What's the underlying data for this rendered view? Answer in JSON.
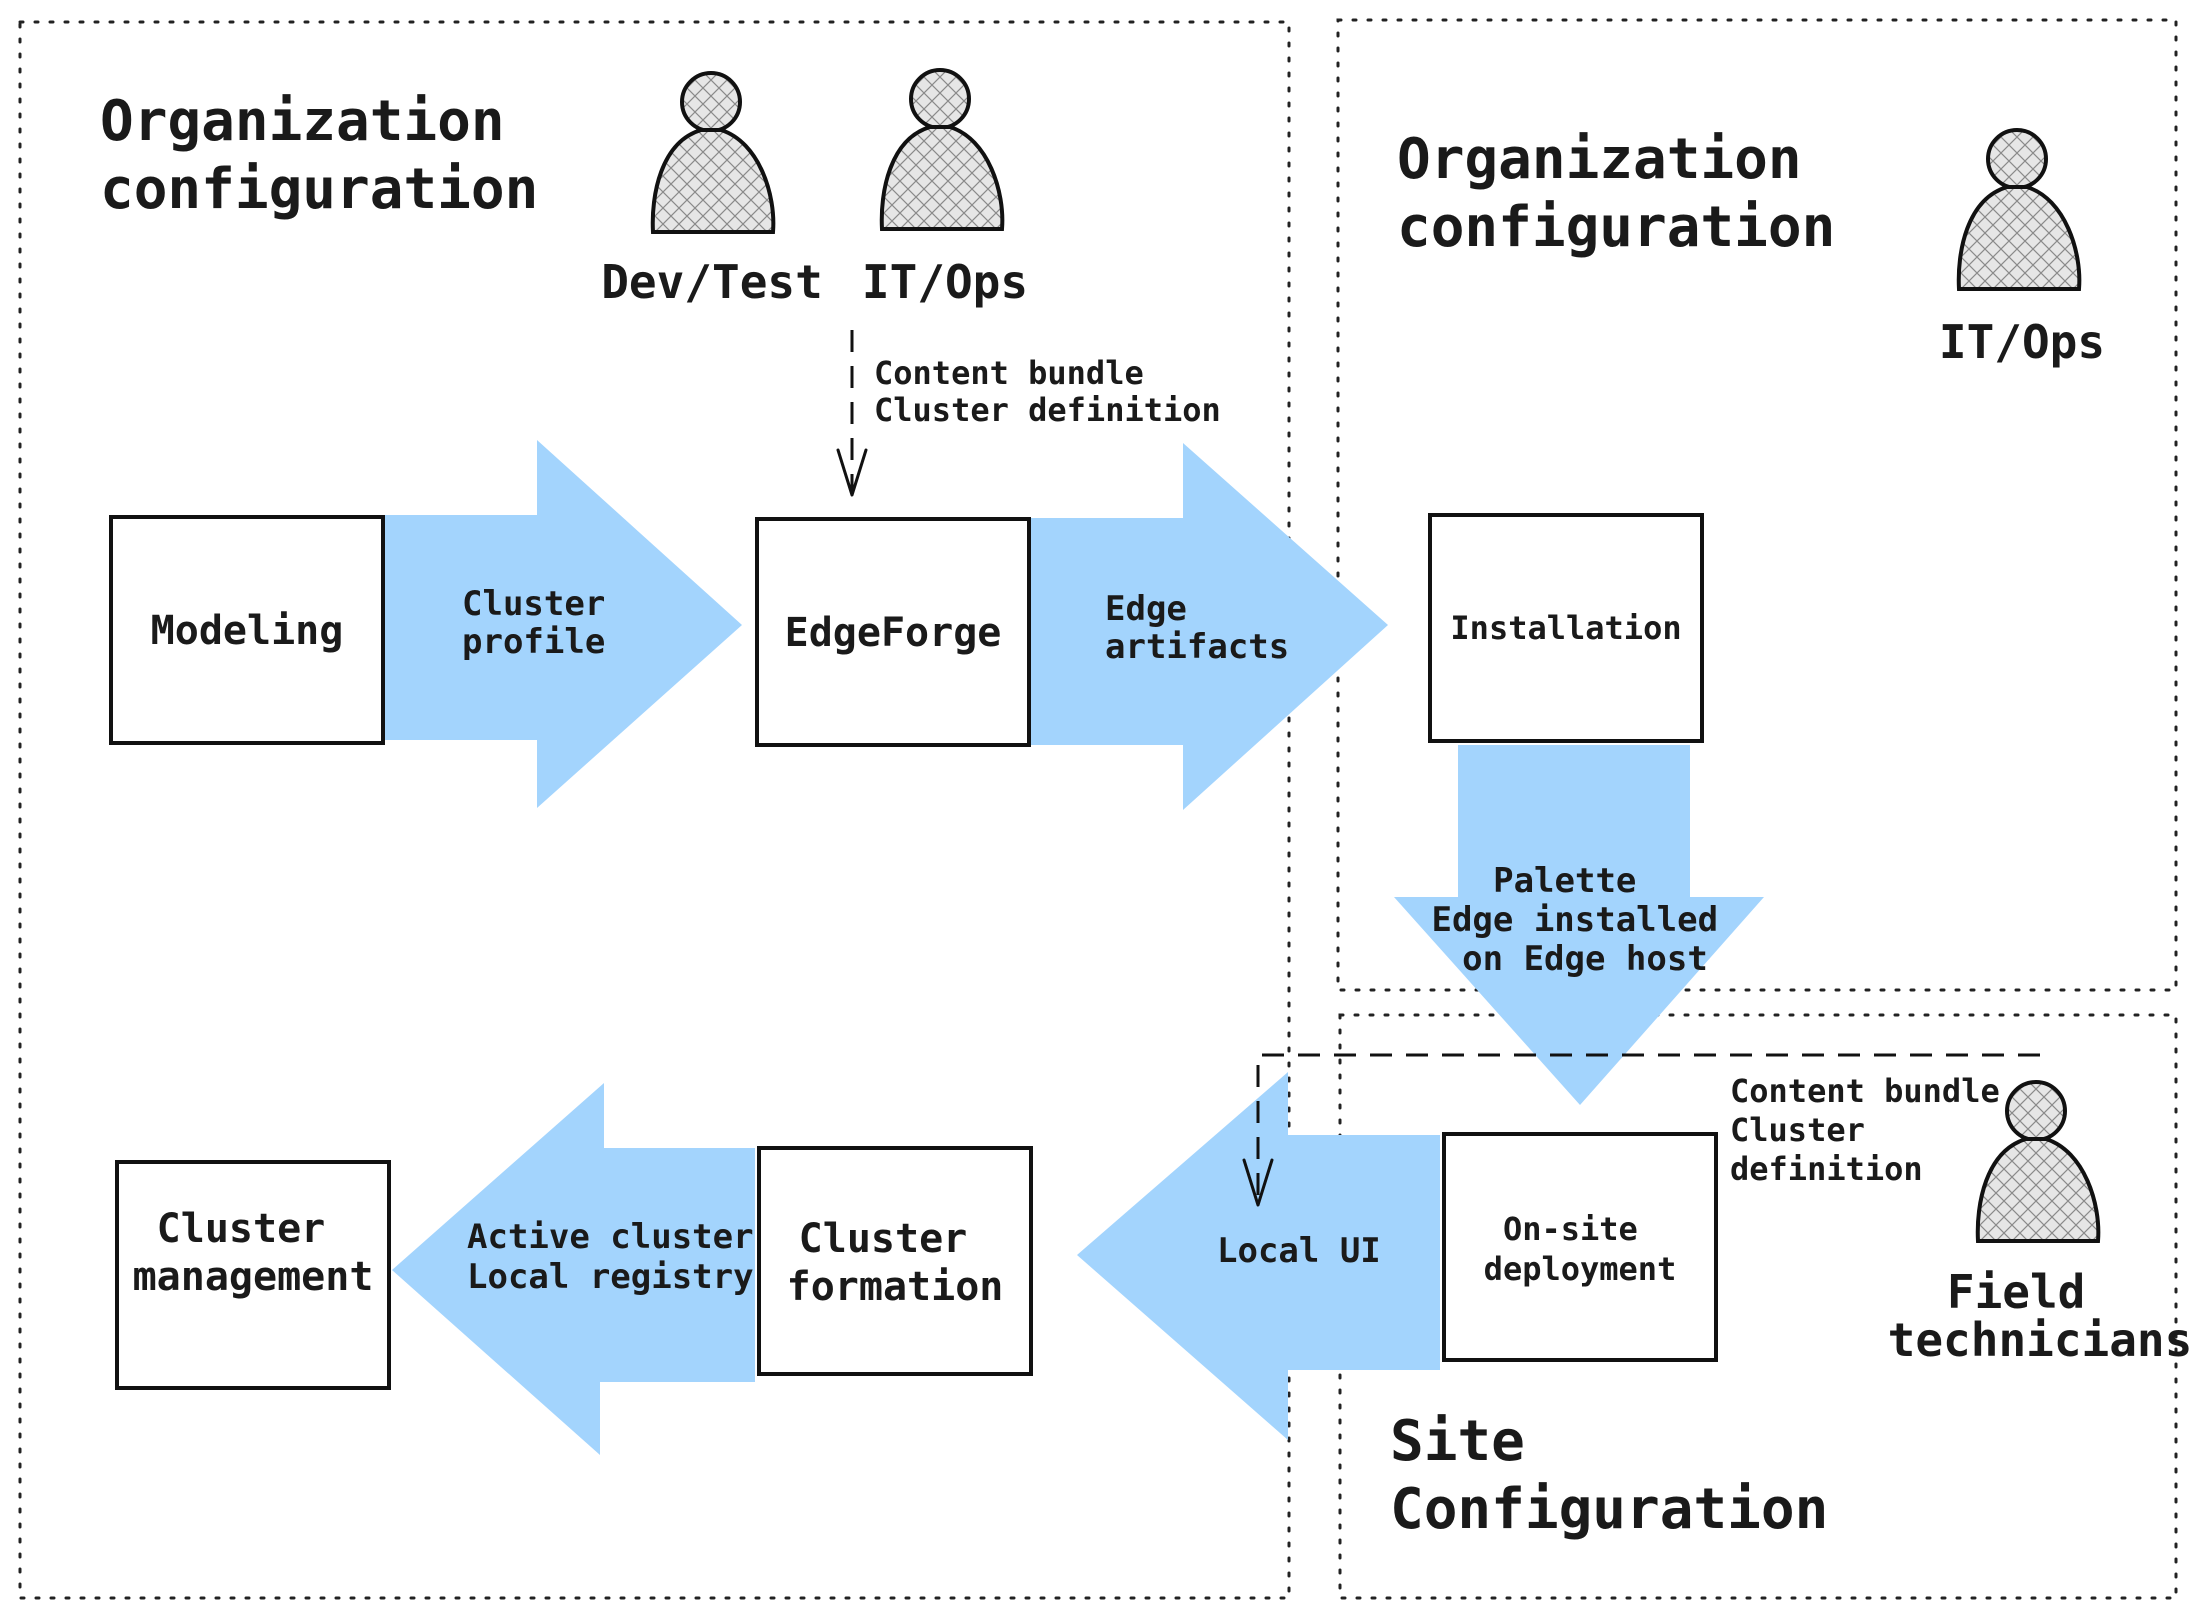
{
  "regions": {
    "org_left_title": [
      "Organization",
      "configuration"
    ],
    "org_right_title": [
      "Organization",
      "configuration"
    ],
    "site_title": [
      "Site",
      "Configuration"
    ]
  },
  "actors": {
    "dev_test": "Dev/Test",
    "it_ops_left": "IT/Ops",
    "it_ops_right": "IT/Ops",
    "field_technicians": [
      "Field",
      "technicians"
    ]
  },
  "boxes": {
    "modeling": "Modeling",
    "edgeforge": "EdgeForge",
    "installation": "Installation",
    "on_site_deployment": [
      "On-site",
      "deployment"
    ],
    "cluster_formation": [
      "Cluster",
      "formation"
    ],
    "cluster_management": [
      "Cluster",
      "management"
    ]
  },
  "flows": {
    "cluster_profile": [
      "Cluster",
      "profile"
    ],
    "edge_artifacts": [
      "Edge",
      "artifacts"
    ],
    "palette_edge": [
      "Palette",
      "Edge installed",
      "on Edge host"
    ],
    "local_ui": "Local UI",
    "active_cluster": [
      "Active cluster",
      "Local registry"
    ]
  },
  "notes": {
    "top_inputs": [
      "Content bundle",
      "Cluster definition"
    ],
    "site_inputs": [
      "Content bundle",
      "Cluster",
      "definition"
    ]
  },
  "colors": {
    "flow_fill": "#a3d4fd",
    "stroke": "#111111",
    "background": "#ffffff"
  },
  "icons": {
    "actor": "person-icon"
  }
}
